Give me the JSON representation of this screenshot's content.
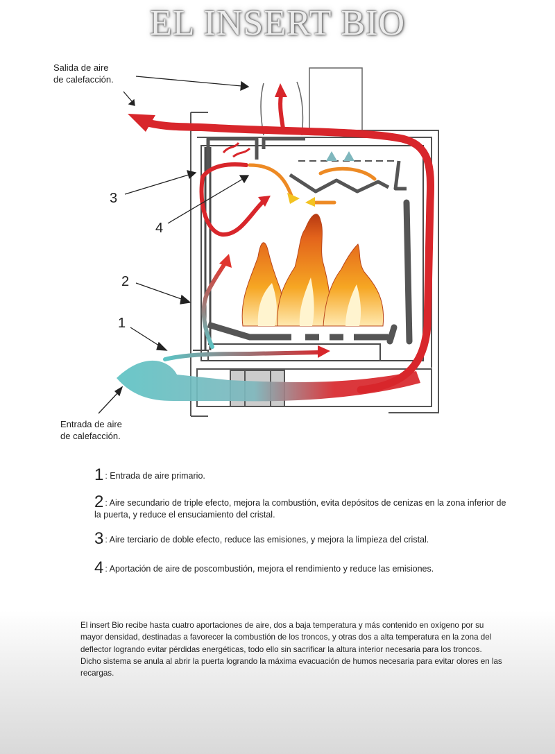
{
  "title": "EL INSERT BIO",
  "diagram": {
    "outlet_label": [
      "Salida de aire",
      "de calefacción."
    ],
    "inlet_label": [
      "Entrada de aire",
      "de calefacción."
    ],
    "callouts": [
      "1",
      "2",
      "3",
      "4"
    ]
  },
  "legend": [
    {
      "num": "1",
      "text": ": Entrada de aire primario."
    },
    {
      "num": "2",
      "text": ": Aire secundario de triple efecto, mejora la combustión, evita depósitos de cenizas en la zona inferior de la puerta, y reduce el ensuciamiento del cristal."
    },
    {
      "num": "3",
      "text": ": Aire terciario de doble efecto, reduce las emisiones, y mejora la limpieza del cristal."
    },
    {
      "num": "4",
      "text": ": Aportación de aire de poscombustión, mejora el rendimiento y reduce las emisiones."
    }
  ],
  "footer": "El insert  Bio recibe hasta cuatro aportaciones de aire, dos a baja temperatura y más contenido en oxígeno por su mayor densidad, destinadas a favorecer la combustión de los troncos, y otras dos a alta temperatura en la zona del deflector logrando evitar pérdidas energéticas, todo ello sin sacrificar la altura interior necesaria para los troncos. Dicho sistema se anula al abrir la puerta logrando la máxima evacuación de humos necesaria para evitar olores en las recargas.",
  "colors": {
    "hot_air": "#d8262b",
    "cold_air": "#5cc3c4",
    "frame": "#555555",
    "flame": "#f08a1c"
  }
}
